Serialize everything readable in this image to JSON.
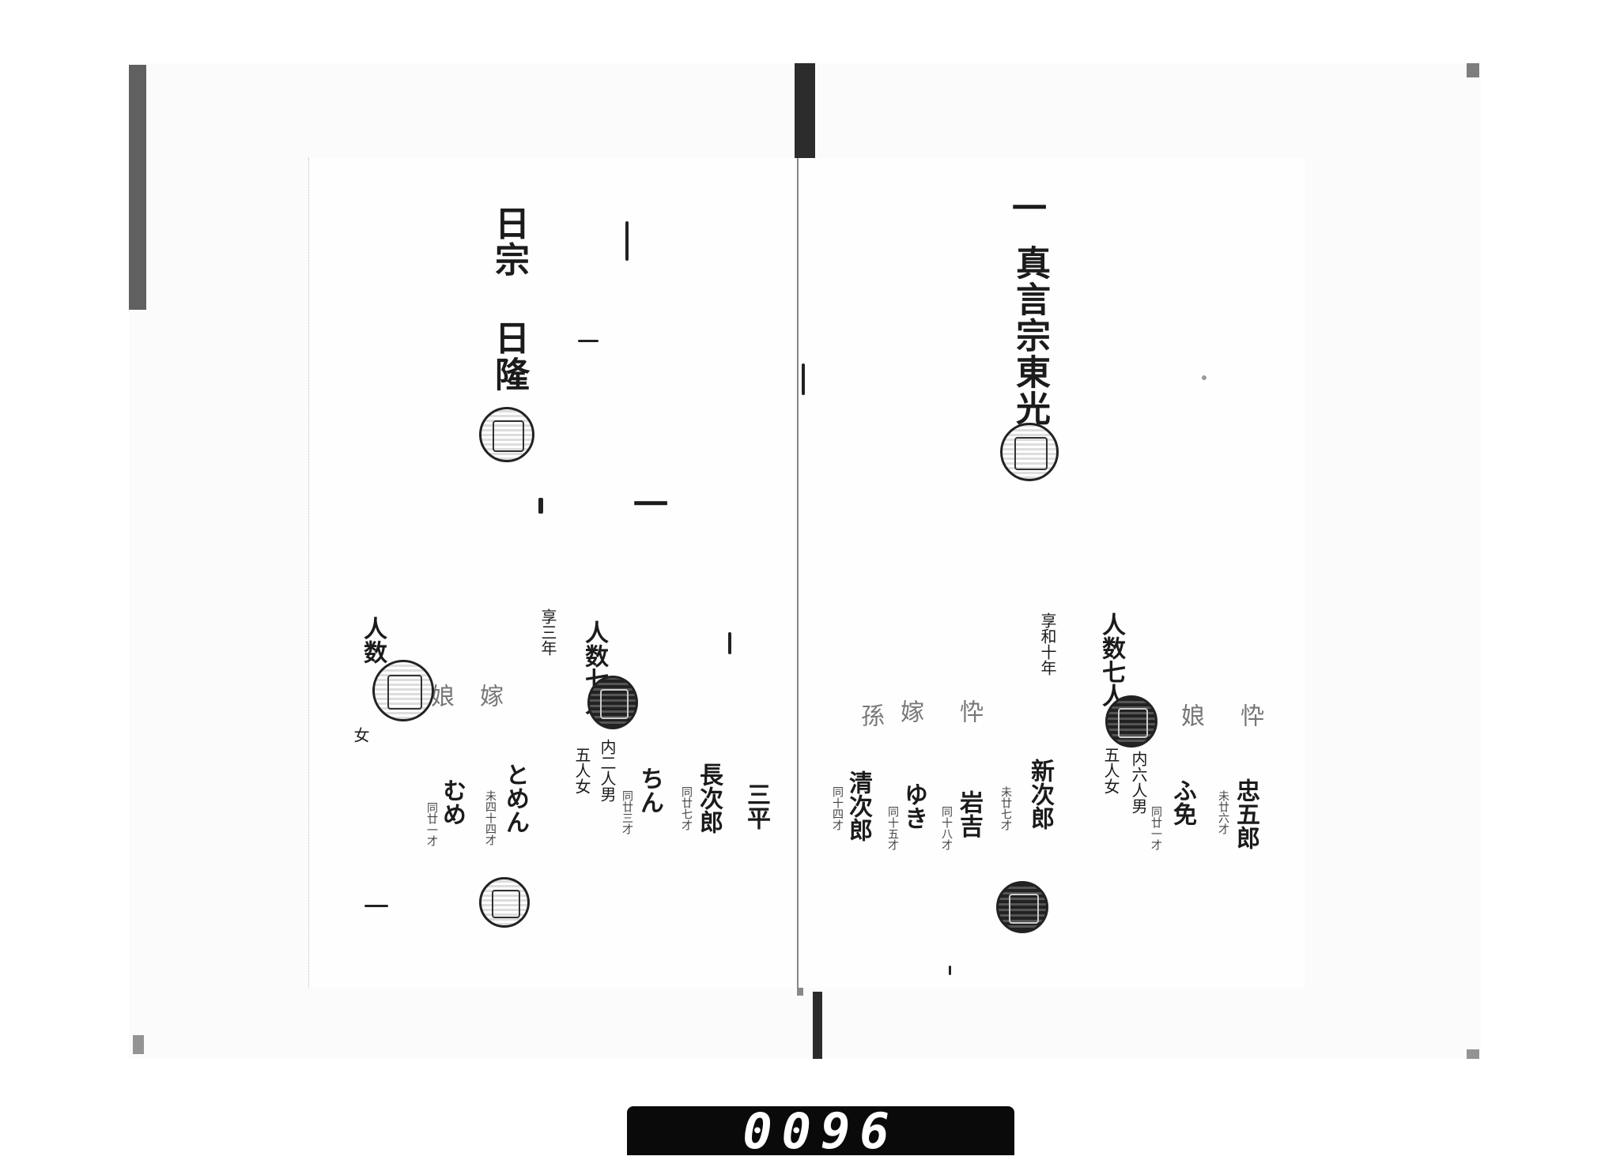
{
  "right_page": {
    "header_mark": "一",
    "temple_line": "真言宗東光院",
    "count_line": "人数七人",
    "count_male": "内六人男",
    "count_female": "五人女",
    "annotation": "享和十年",
    "roles": [
      "忰",
      "娘",
      "忰",
      "嫁",
      "孫"
    ],
    "names": [
      "忠五郎",
      "ふ免",
      "新次郎",
      "岩吉",
      "ゆき",
      "清次郎"
    ],
    "ages": [
      "未廿六才",
      "同廿一才",
      "未廿七才",
      "同十八才",
      "同十五才",
      "同十四才"
    ]
  },
  "left_page": {
    "temple_line": "日宗 日隆",
    "header_mark": "一",
    "count_line": "人数七人",
    "count_male": "内二人男",
    "count_female": "五人女",
    "annotation": "享三年",
    "roles": [
      "嫁",
      "娘"
    ],
    "names": [
      "三平",
      "長次郎",
      "ちん",
      "とめん",
      "むめ"
    ],
    "ages": [
      "同廿七才",
      "同廿三才",
      "未四十四才",
      "同廿一才"
    ],
    "last_count": "人数",
    "last_female": "女"
  },
  "frame_number": "0096"
}
